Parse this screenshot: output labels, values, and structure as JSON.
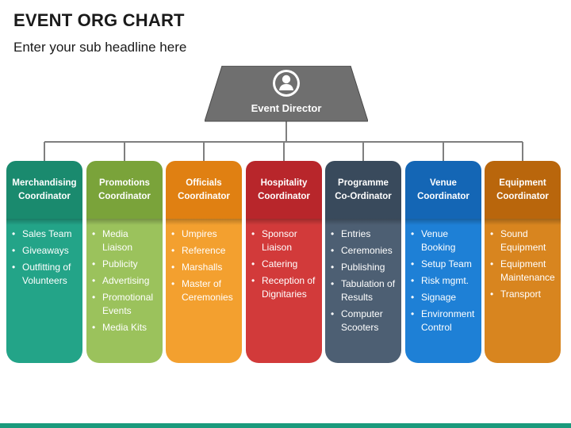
{
  "title": "EVENT ORG CHART",
  "subtitle": "Enter your sub headline here",
  "director": {
    "label": "Event Director",
    "icon": "person-icon",
    "color": "#6f6f6f"
  },
  "connector_color": "#7f7f7f",
  "columns": [
    {
      "head": "Merchandising\nCoordinator",
      "head_color": "#1a8a6e",
      "body_color": "#23a488",
      "items": [
        "Sales Team",
        "Giveaways",
        "Outfitting of Volunteers"
      ]
    },
    {
      "head": "Promotions\nCoordinator",
      "head_color": "#7aa33a",
      "body_color": "#9bc25c",
      "items": [
        "Media Liaison",
        "Publicity",
        "Advertising",
        "Promotional Events",
        "Media Kits"
      ]
    },
    {
      "head": "Officials\nCoordinator",
      "head_color": "#e08012",
      "body_color": "#f3a02f",
      "items": [
        "Umpires",
        "Reference",
        "Marshalls",
        "Master of Ceremonies"
      ]
    },
    {
      "head": "Hospitality\nCoordinator",
      "head_color": "#b8262b",
      "body_color": "#d23a3a",
      "items": [
        "Sponsor Liaison",
        "Catering",
        "Reception of Dignitaries"
      ]
    },
    {
      "head": "Programme\nCo-Ordinator",
      "head_color": "#394a5c",
      "body_color": "#4d5f73",
      "items": [
        "Entries",
        "Ceremonies",
        "Publishing",
        "Tabulation of Results",
        "Computer Scooters"
      ]
    },
    {
      "head": "Venue\nCoordinator",
      "head_color": "#1466b5",
      "body_color": "#1e80d6",
      "items": [
        "Venue Booking",
        "Setup Team",
        "Risk mgmt.",
        "Signage",
        "Environment Control"
      ]
    },
    {
      "head": "Equipment\nCoordinator",
      "head_color": "#b9660c",
      "body_color": "#d8851f",
      "items": [
        "Sound Equipment",
        "Equipment Maintenance",
        "Transport"
      ]
    }
  ]
}
